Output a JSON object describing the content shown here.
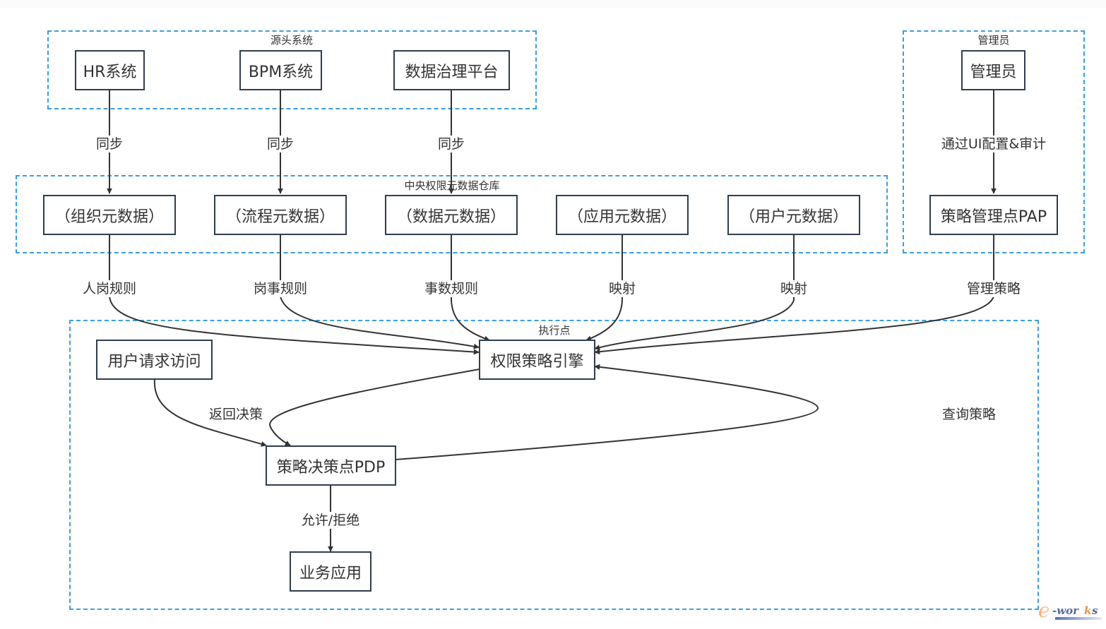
{
  "diagram": {
    "groups": {
      "source": {
        "label": "源头系统"
      },
      "admin": {
        "label": "管理员"
      },
      "warehouse": {
        "label": "中央权限元数据仓库"
      },
      "enforcement": {
        "label": "执行点"
      }
    },
    "nodes": {
      "hr": "HR系统",
      "bpm": "BPM系统",
      "governance": "数据治理平台",
      "admin": "管理员",
      "org_meta": "（组织元数据）",
      "process_meta": "（流程元数据）",
      "data_meta": "（数据元数据）",
      "app_meta": "（应用元数据）",
      "user_meta": "（用户元数据）",
      "pap": "策略管理点PAP",
      "user_request": "用户请求访问",
      "engine": "权限策略引擎",
      "pdp": "策略决策点PDP",
      "business_app": "业务应用"
    },
    "edge_labels": {
      "hr_sync": "同步",
      "bpm_sync": "同步",
      "gov_sync": "同步",
      "admin_config": "通过UI配置&审计",
      "person_post_rule": "人岗规则",
      "post_task_rule": "岗事规则",
      "task_data_rule": "事数规则",
      "app_mapping": "映射",
      "user_mapping": "映射",
      "manage_policy": "管理策略",
      "return_decision": "返回决策",
      "query_policy": "查询策略",
      "allow_deny": "允许/拒绝"
    },
    "colors": {
      "group_border": "#3b9ee0",
      "node_border": "#2f3e4e",
      "edge": "#333333"
    },
    "watermark": "e-works"
  }
}
